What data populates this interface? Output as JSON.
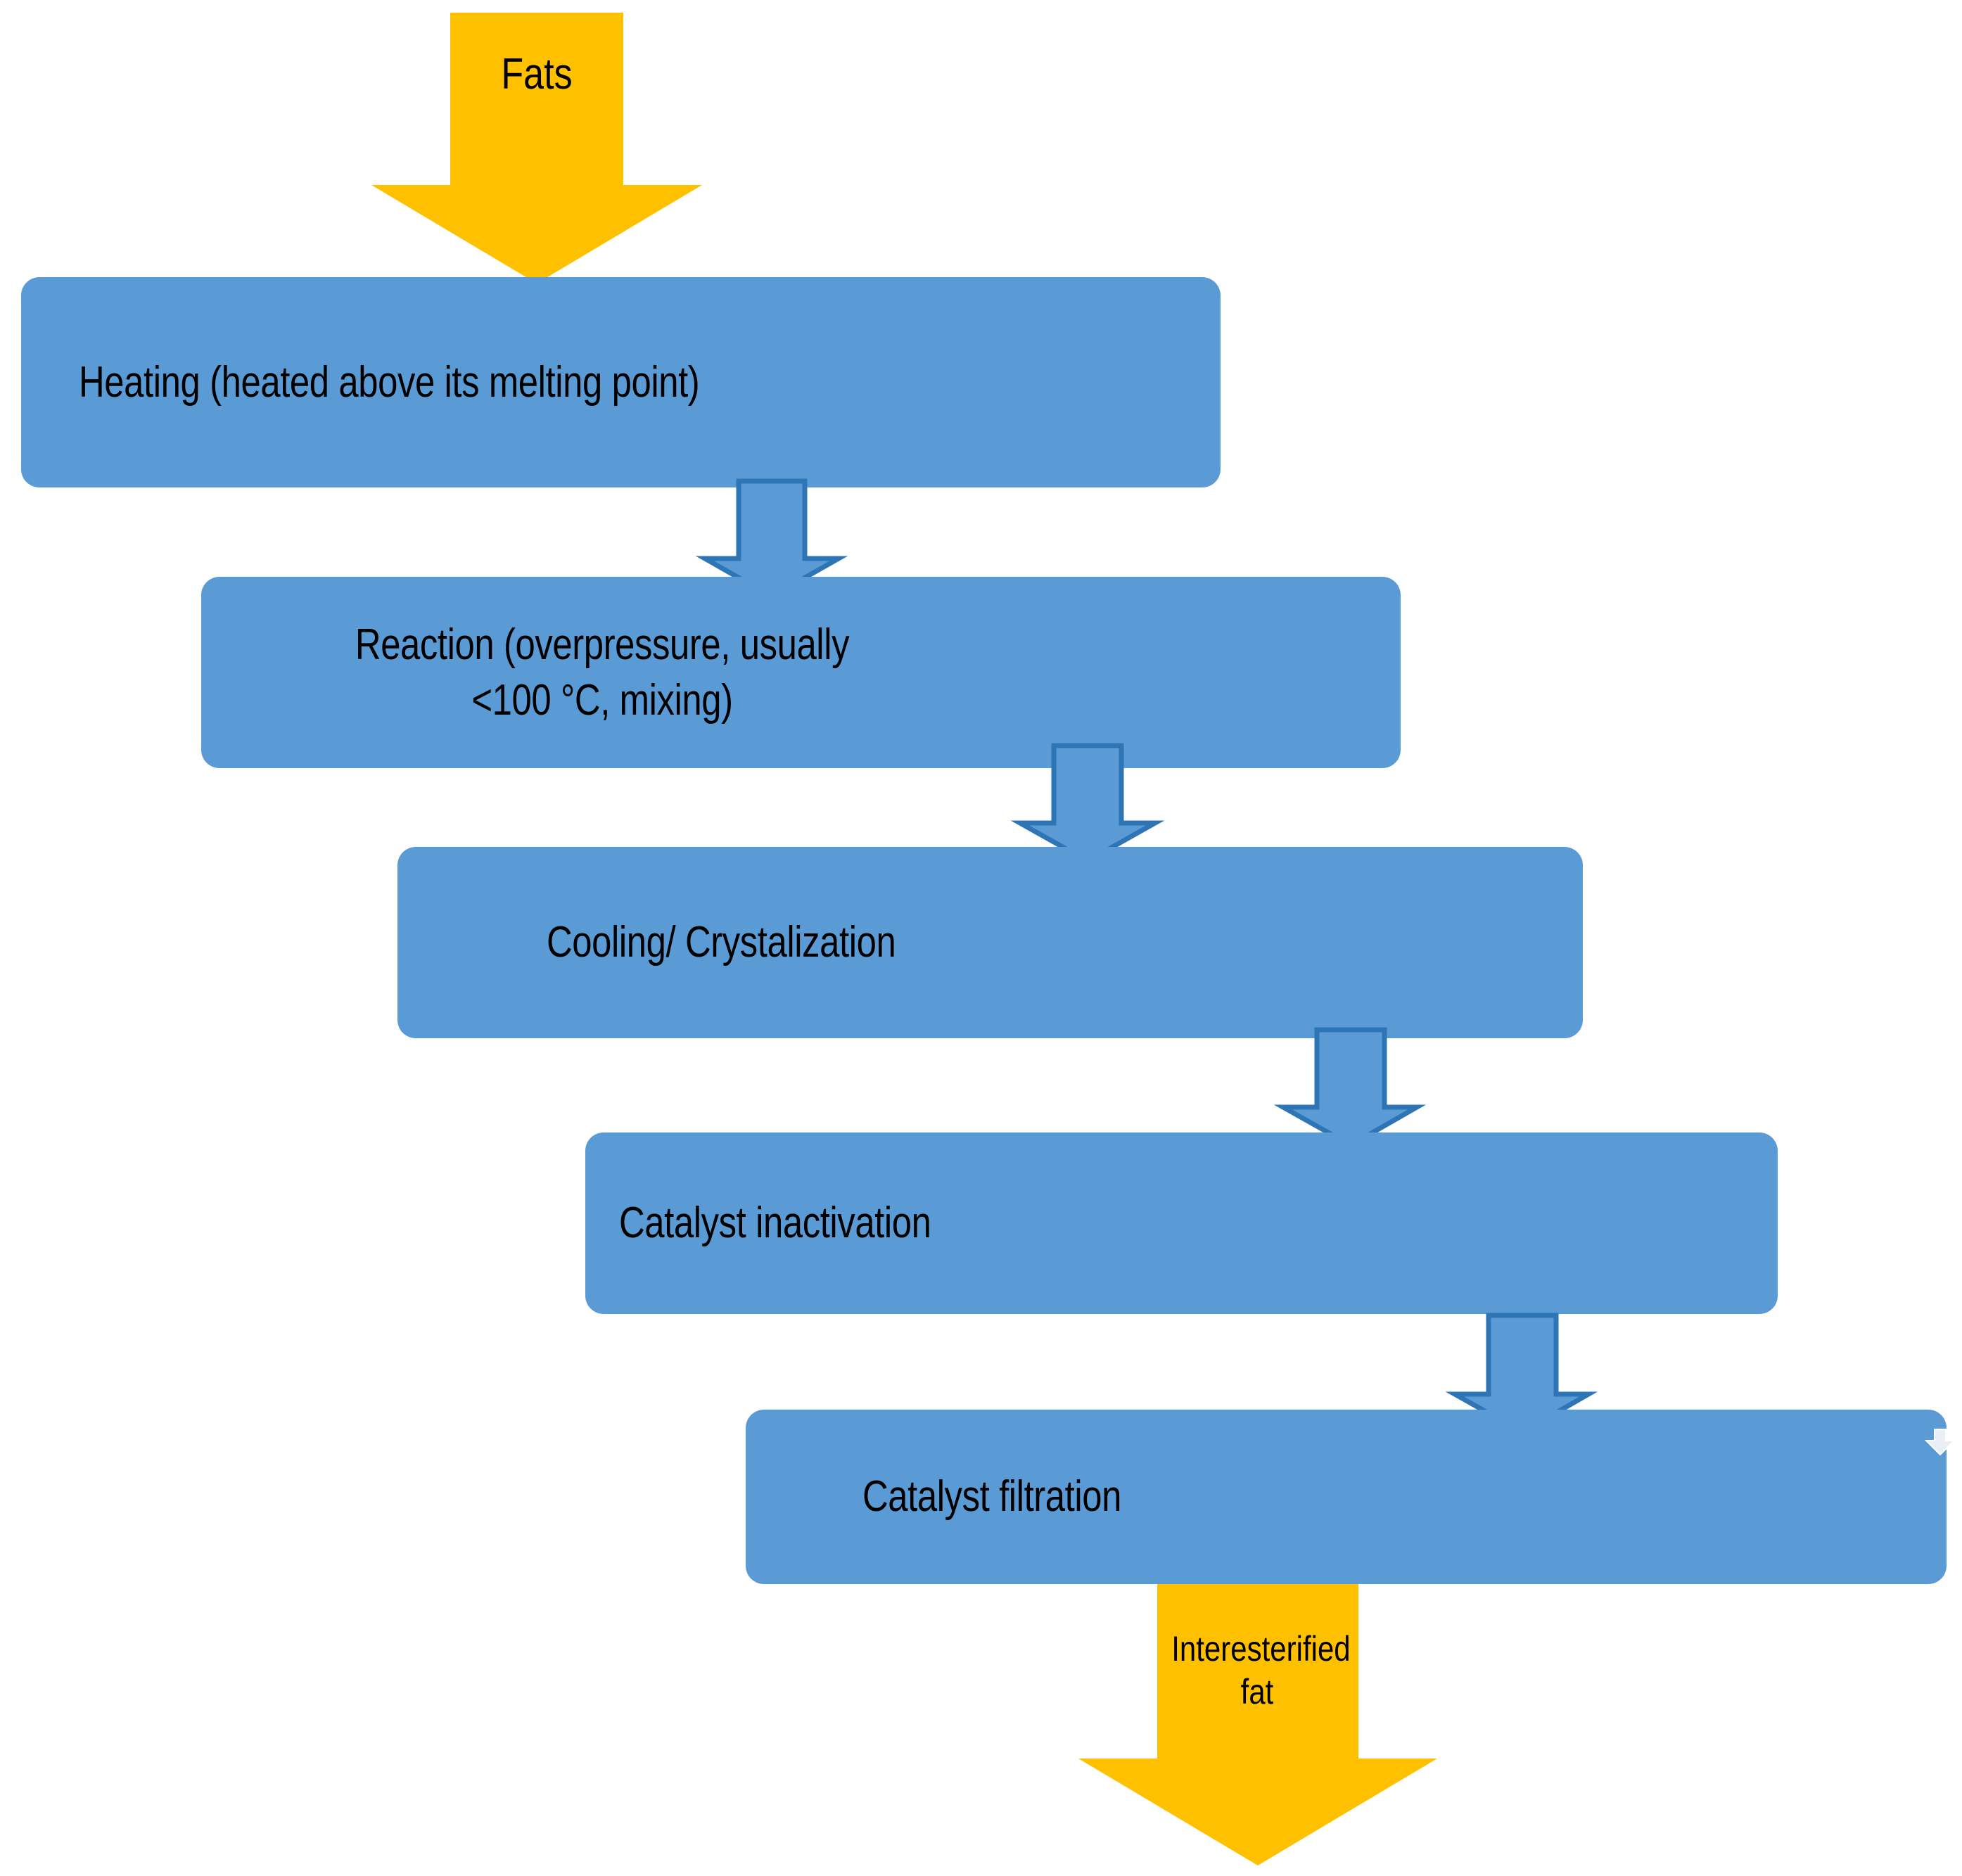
{
  "diagram": {
    "title": "Interesterification process flow",
    "colors": {
      "process_fill": "#5B9BD5",
      "connector_fill": "#5B9BD5",
      "connector_stroke": "#2E75B6",
      "io_fill": "#FFC000",
      "text": "#000000",
      "background": "#FFFFFF"
    },
    "input_arrow": {
      "label": "Fats",
      "name": "input-fats-arrow"
    },
    "steps": [
      {
        "id": "heating",
        "label": "Heating (heated above its melting point)",
        "name": "process-box-heating"
      },
      {
        "id": "reaction",
        "label": "Reaction (overpressure, usually\n<100 °C, mixing)",
        "name": "process-box-reaction"
      },
      {
        "id": "cooling",
        "label": "Cooling/ Crystalization",
        "name": "process-box-cooling"
      },
      {
        "id": "catalyst-inactivation",
        "label": "Catalyst inactivation",
        "name": "process-box-catalyst-inactivation"
      },
      {
        "id": "catalyst-filtration",
        "label": "Catalyst filtration",
        "name": "process-box-catalyst-filtration"
      }
    ],
    "connectors": [
      {
        "id": "c1",
        "from": "heating",
        "to": "reaction",
        "name": "connector-arrow-1"
      },
      {
        "id": "c2",
        "from": "reaction",
        "to": "cooling",
        "name": "connector-arrow-2"
      },
      {
        "id": "c3",
        "from": "cooling",
        "to": "catalyst-inactivation",
        "name": "connector-arrow-3"
      },
      {
        "id": "c4",
        "from": "catalyst-inactivation",
        "to": "catalyst-filtration",
        "name": "connector-arrow-4"
      }
    ],
    "output_arrow": {
      "label": "Interesterified\nfat",
      "name": "output-interesterified-fat-arrow"
    },
    "cursor": {
      "name": "mouse-cursor-down-arrow-icon"
    }
  }
}
